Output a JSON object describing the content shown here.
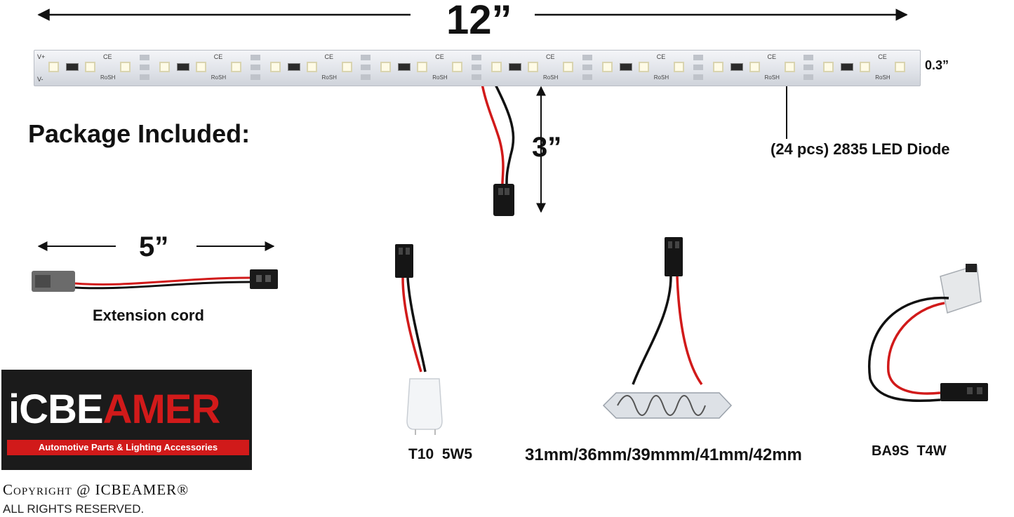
{
  "dimensions": {
    "length": "12”",
    "width": "0.3”",
    "lead": "3”",
    "cord": "5”"
  },
  "package_title": "Package Included:",
  "diode_label": "(24 pcs) 2835 LED Diode",
  "strip_marks": {
    "ce": "CE",
    "rosh": "RoSH",
    "vplus": "V+",
    "vminus": "V-"
  },
  "items": {
    "extension": "Extension cord",
    "t10": "T10  5W5",
    "festoon": "31mm/36mm/39mmm/41mm/42mm",
    "ba9s": "BA9S  T4W"
  },
  "logo": {
    "word_white": "iCBE",
    "word_red": "AMER",
    "tagline": "Automotive Parts & Lighting Accessories"
  },
  "copyright": "Copyright @ ICBEAMER®",
  "rights": "ALL RIGHTS RESERVED.",
  "colors": {
    "red_wire": "#d11a1a",
    "black_wire": "#111111",
    "brand_red": "#d11a1a",
    "pcb": "#e3e6ec"
  },
  "strip": {
    "led_count": 24
  }
}
